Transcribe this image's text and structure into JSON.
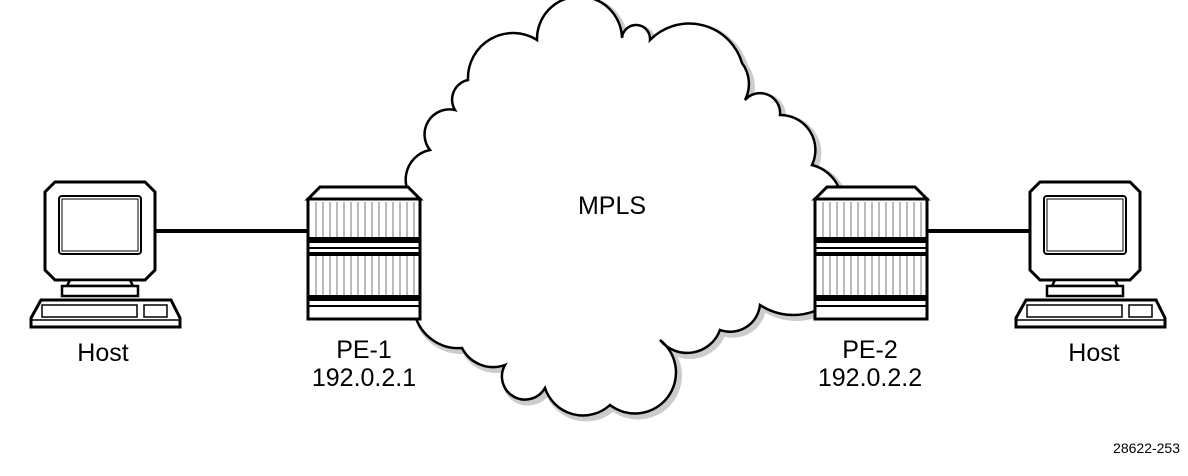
{
  "cloud": {
    "label": "MPLS"
  },
  "nodes": [
    {
      "id": "host-left",
      "name": "Host"
    },
    {
      "id": "pe-1",
      "name": "PE-1",
      "address": "192.0.2.1"
    },
    {
      "id": "pe-2",
      "name": "PE-2",
      "address": "192.0.2.2"
    },
    {
      "id": "host-right",
      "name": "Host"
    }
  ],
  "figure_id": "28622-253"
}
